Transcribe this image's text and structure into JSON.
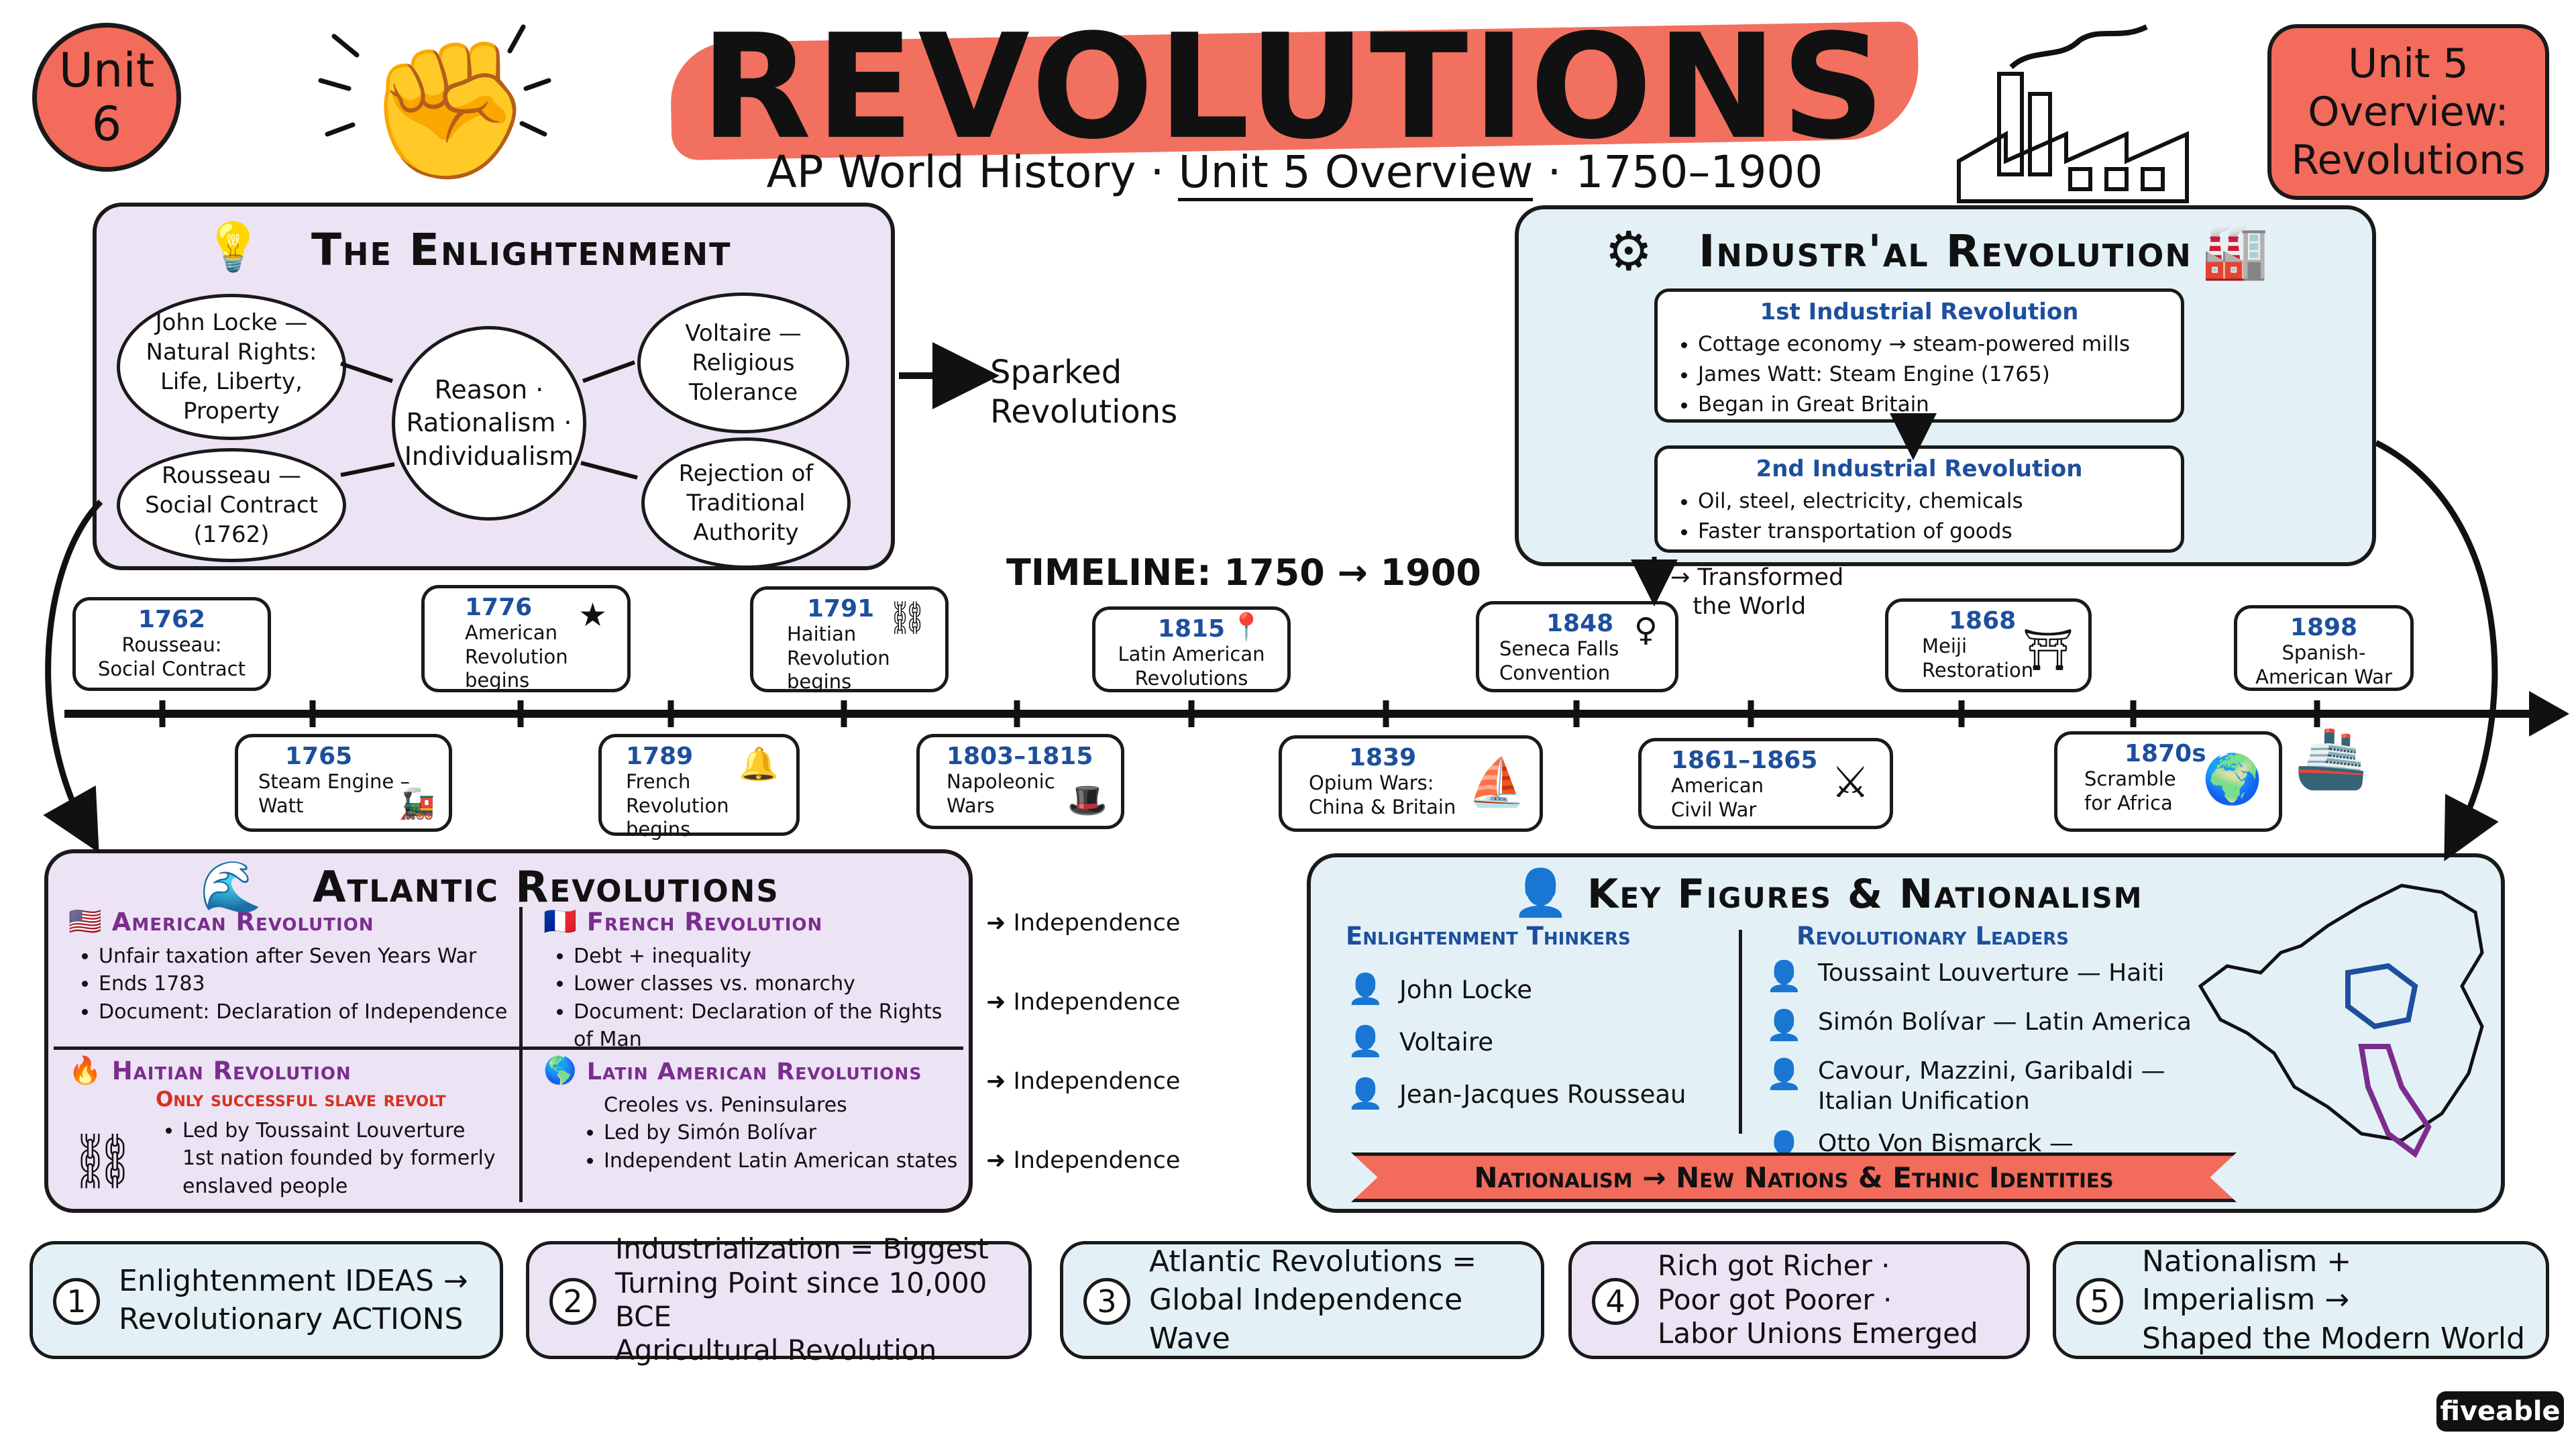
{
  "header": {
    "unit_badge": "Unit\n6",
    "title": "REVOLUTIONS",
    "subtitle_left": "AP World History ·",
    "subtitle_mid": "Unit 5 Overview",
    "subtitle_right": "· 1750–1900",
    "overview_badge": "Unit 5\nOverview:\nRevolutions"
  },
  "enlightenment": {
    "title": "The Enlightenment",
    "center": "Reason ·\nRationalism ·\nIndividualism",
    "nodes": [
      "John Locke —\nNatural Rights:\nLife, Liberty,\nProperty",
      "Voltaire —\nReligious\nTolerance",
      "Rousseau —\nSocial Contract\n(1762)",
      "Rejection of\nTraditional\nAuthority"
    ],
    "sparked": "Sparked\nRevolutions"
  },
  "industrial": {
    "title": "Industr'al Revolution",
    "first_title": "1st Industrial Revolution",
    "first_items": [
      "Cottage economy → steam-powered mills",
      "James Watt: Steam Engine (1765)",
      "Began in Great Britain"
    ],
    "second_title": "2nd Industrial Revolution",
    "second_items": [
      "Oil, steel, electricity, chemicals",
      "Faster transportation of goods"
    ],
    "transformed": "→ Transformed\n   the World"
  },
  "timeline": {
    "title": "TIMELINE: 1750 → 1900",
    "events_top": [
      {
        "year": "1762",
        "label": "Rousseau:\nSocial Contract",
        "icon": ""
      },
      {
        "year": "1776",
        "label": "American\nRevolution\nbegins",
        "icon": "★"
      },
      {
        "year": "1791",
        "label": "Haitian\nRevolution\nbegins",
        "icon": "⛓"
      },
      {
        "year": "1815",
        "label": "Latin American\nRevolutions",
        "icon": "📍"
      },
      {
        "year": "1848",
        "label": "Seneca Falls\nConvention",
        "icon": "♀"
      },
      {
        "year": "1868",
        "label": "Meiji\nRestoration",
        "icon": "⛩"
      },
      {
        "year": "1898",
        "label": "Spanish-\nAmerican War",
        "icon": ""
      }
    ],
    "events_bottom": [
      {
        "year": "1765",
        "label": "Steam Engine –\nWatt",
        "icon": "🚂"
      },
      {
        "year": "1789",
        "label": "French\nRevolution\nbegins",
        "icon": "🔔"
      },
      {
        "year": "1803–1815",
        "label": "Napoleonic\nWars",
        "icon": "🎩"
      },
      {
        "year": "1839",
        "label": "Opium Wars:\nChina & Britain",
        "icon": "⛵"
      },
      {
        "year": "1861–1865",
        "label": "American\nCivil War",
        "icon": "⚔"
      },
      {
        "year": "1870s",
        "label": "Scramble\nfor Africa",
        "icon": "🌍"
      }
    ]
  },
  "atlantic": {
    "title": "Atlantic Revolutions",
    "american": {
      "title": "American Revolution",
      "items": [
        "Unfair taxation after Seven Years War",
        "Ends 1783",
        "Document: Declaration of Independence"
      ]
    },
    "french": {
      "title": "French Revolution",
      "items": [
        "Debt + inequality",
        "Lower classes vs. monarchy",
        "Document: Declaration of the Rights of Man"
      ]
    },
    "haitian": {
      "title": "Haitian Revolution",
      "note": "Only successful slave revolt",
      "items": [
        "Led by Toussaint Louverture",
        "1st nation founded by formerly enslaved people"
      ]
    },
    "latin": {
      "title": "Latin American Revolutions",
      "items": [
        "Creoles vs. Peninsulares",
        "Led by Simón Bolívar",
        "Independent Latin American states"
      ]
    },
    "independence": [
      "Independence",
      "Independence",
      "Independence",
      "Independence"
    ]
  },
  "key_figures": {
    "title": "Key Figures & Nationalism",
    "thinkers_title": "Enlightenment Thinkers",
    "thinkers": [
      "John Locke",
      "Voltaire",
      "Jean-Jacques Rousseau"
    ],
    "leaders_title": "Revolutionary Leaders",
    "leaders": [
      "Toussaint Louverture — Haiti",
      "Simón Bolívar — Latin America",
      "Cavour, Mazzini, Garibaldi —\nItalian Unification",
      "Otto Von Bismarck —\nGerman Unification"
    ],
    "banner": "Nationalism → New Nations & Ethnic Identities"
  },
  "takeaways": [
    {
      "num": "1",
      "text": "Enlightenment IDEAS →\nRevolutionary ACTIONS"
    },
    {
      "num": "2",
      "text": "Industrialization = Biggest\nTurning Point since 10,000 BCE\nAgricultural Revolution"
    },
    {
      "num": "3",
      "text": "Atlantic Revolutions =\nGlobal Independence Wave"
    },
    {
      "num": "4",
      "text": "Rich got Richer ·\nPoor got Poorer ·\nLabor Unions Emerged"
    },
    {
      "num": "5",
      "text": "Nationalism + Imperialism →\nShaped the Modern World"
    }
  ],
  "footer": {
    "brand": "fiveable"
  },
  "colors": {
    "red": "#f26b5b",
    "purple": "#ece3f5",
    "blue": "#e3f1f7",
    "accent_blue": "#1d4f9c",
    "accent_purple": "#7b2d8e",
    "haiti_red": "#d6311f"
  }
}
